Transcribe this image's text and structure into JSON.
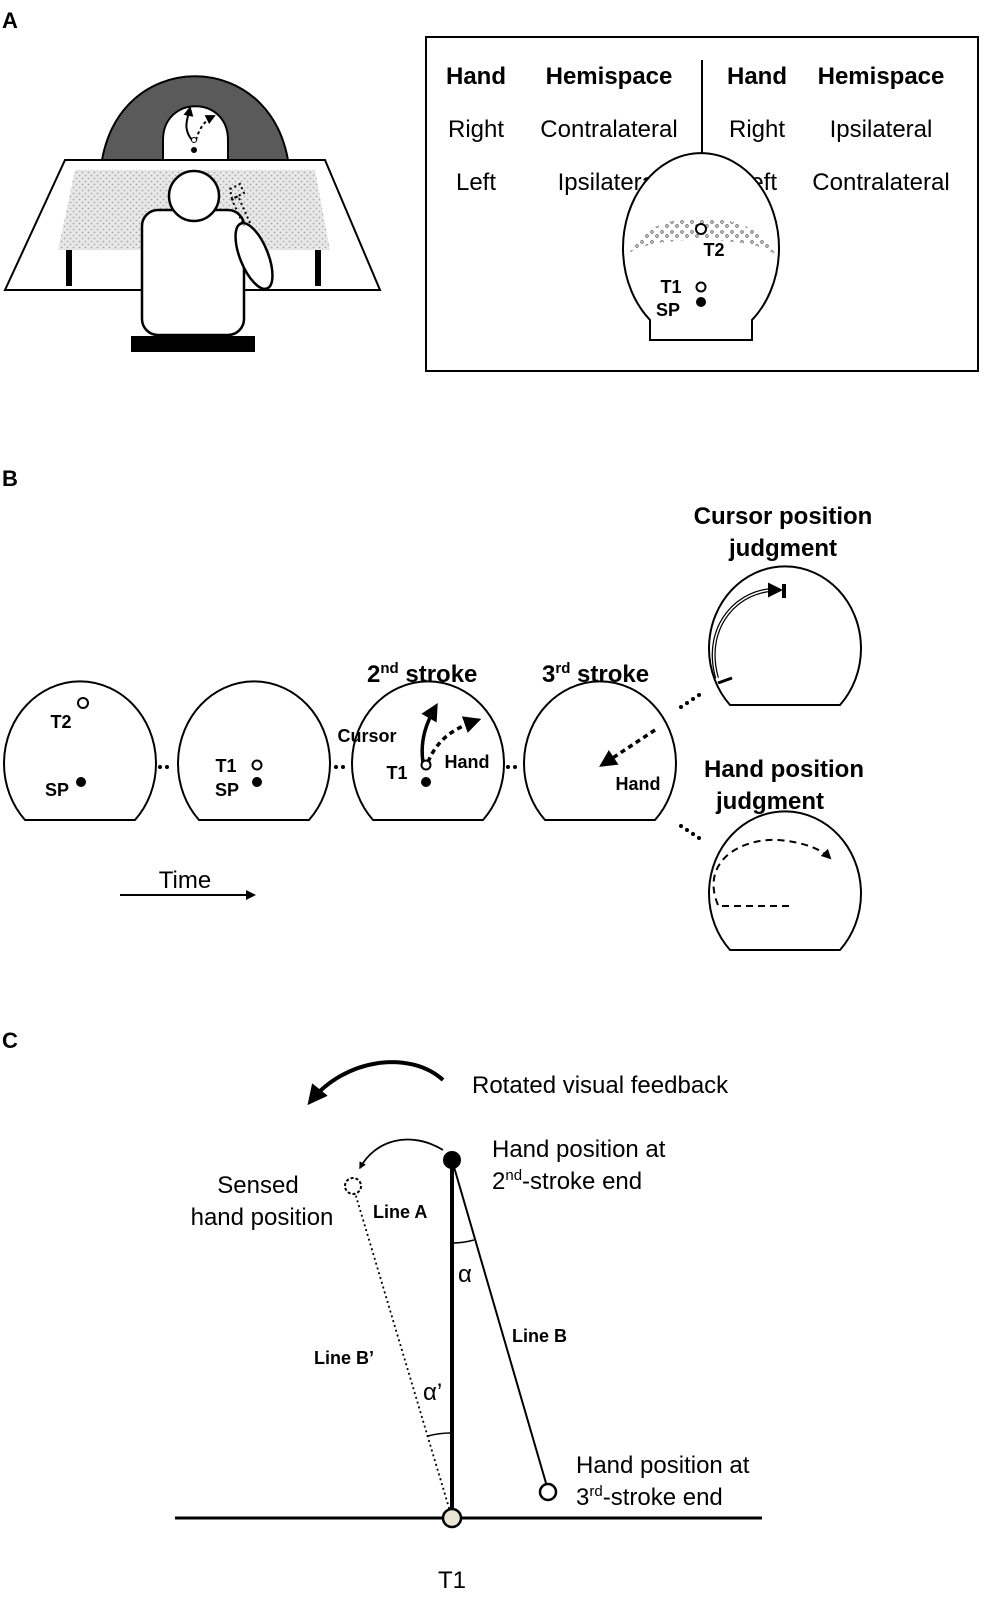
{
  "panel_labels": {
    "a": "A",
    "b": "B",
    "c": "C"
  },
  "panel_a": {
    "table": {
      "headers": [
        "Hand",
        "Hemispace",
        "Hand",
        "Hemispace"
      ],
      "rows": [
        [
          "Right",
          "Contralateral",
          "Right",
          "Ipsilateral"
        ],
        [
          "Left",
          "Ipsilateral",
          "Left",
          "Contralateral"
        ]
      ]
    },
    "workspace_labels": {
      "t2": "T2",
      "t1": "T1",
      "sp": "SP"
    }
  },
  "panel_b": {
    "stroke2_title": "2",
    "stroke2_sup": "nd",
    "stroke2_rest": " stroke",
    "stroke3_title": "3",
    "stroke3_sup": "rd",
    "stroke3_rest": " stroke",
    "cursor_judgment": [
      "Cursor position",
      "judgment"
    ],
    "hand_judgment": [
      "Hand position",
      "judgment"
    ],
    "labels": {
      "t2": "T2",
      "sp": "SP",
      "t1": "T1",
      "cursor": "Cursor",
      "hand": "Hand"
    },
    "time_label": "Time"
  },
  "panel_c": {
    "rotated_feedback": "Rotated visual feedback",
    "hand_pos_2nd": [
      "Hand position at",
      "2",
      "nd",
      "-stroke end"
    ],
    "hand_pos_3rd": [
      "Hand position at",
      "3",
      "rd",
      "-stroke end"
    ],
    "sensed": [
      "Sensed",
      "hand position"
    ],
    "line_a": "Line A",
    "line_b": "Line B",
    "line_b_prime": "Line B’",
    "alpha": "α",
    "alpha_prime": "α’",
    "t1": "T1"
  }
}
